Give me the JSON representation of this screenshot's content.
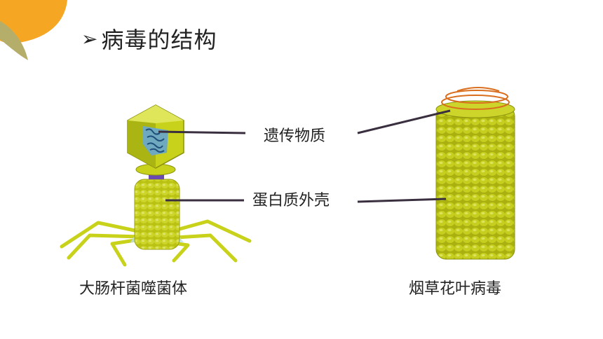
{
  "title": {
    "bullet": "➢",
    "text": "病毒的结构"
  },
  "labels": {
    "genetic_material": "遗传物质",
    "protein_capsid": "蛋白质外壳"
  },
  "captions": {
    "phage": "大肠杆菌噬菌体",
    "tmv": "烟草花叶病毒"
  },
  "colors": {
    "accent_orange": "#f5a623",
    "accent_olive": "#b5ae6a",
    "virus_green": "#c9d21a",
    "virus_dark": "#8a9210",
    "leader_line": "#3a2f3f",
    "rna_coil": "#d96f1e"
  }
}
